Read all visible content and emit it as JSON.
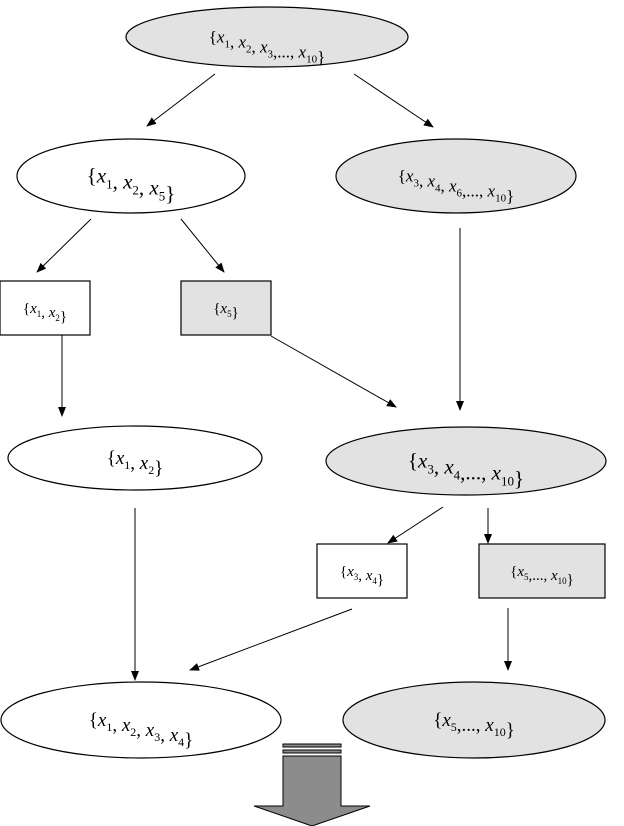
{
  "colors": {
    "shaded": "#e2e2e2",
    "plain": "#ffffff",
    "arrow_big": "#8c8c8c"
  },
  "nodes": [
    {
      "id": "root",
      "shape": "ellipse",
      "shaded": true,
      "label": "{x1, x2, x3,..., x10}"
    },
    {
      "id": "left1",
      "shape": "ellipse",
      "shaded": false,
      "label": "{x1, x2, x5}"
    },
    {
      "id": "right1",
      "shape": "ellipse",
      "shaded": true,
      "label": "{x3, x4, x6,..., x10}"
    },
    {
      "id": "box-x1x2",
      "shape": "rect",
      "shaded": false,
      "label": "{x1, x2}"
    },
    {
      "id": "box-x5",
      "shape": "rect",
      "shaded": true,
      "label": "{x5}"
    },
    {
      "id": "left2",
      "shape": "ellipse",
      "shaded": false,
      "label": "{x1, x2}"
    },
    {
      "id": "right2",
      "shape": "ellipse",
      "shaded": true,
      "label": "{x3, x4,..., x10}"
    },
    {
      "id": "box-x3x4",
      "shape": "rect",
      "shaded": false,
      "label": "{x3, x4}"
    },
    {
      "id": "box-x5x10",
      "shape": "rect",
      "shaded": true,
      "label": "{x5,..., x10}"
    },
    {
      "id": "left3",
      "shape": "ellipse",
      "shaded": false,
      "label": "{x1, x2, x3, x4}"
    },
    {
      "id": "right3",
      "shape": "ellipse",
      "shaded": true,
      "label": "{x5,..., x10}"
    }
  ],
  "edges": [
    {
      "from": "root",
      "to": "left1"
    },
    {
      "from": "root",
      "to": "right1"
    },
    {
      "from": "left1",
      "to": "box-x1x2"
    },
    {
      "from": "left1",
      "to": "box-x5"
    },
    {
      "from": "right1",
      "to": "right2"
    },
    {
      "from": "box-x1x2",
      "to": "left2"
    },
    {
      "from": "box-x5",
      "to": "right2"
    },
    {
      "from": "right2",
      "to": "box-x3x4"
    },
    {
      "from": "right2",
      "to": "box-x5x10"
    },
    {
      "from": "left2",
      "to": "left3"
    },
    {
      "from": "box-x3x4",
      "to": "left3"
    },
    {
      "from": "box-x5x10",
      "to": "right3"
    }
  ]
}
